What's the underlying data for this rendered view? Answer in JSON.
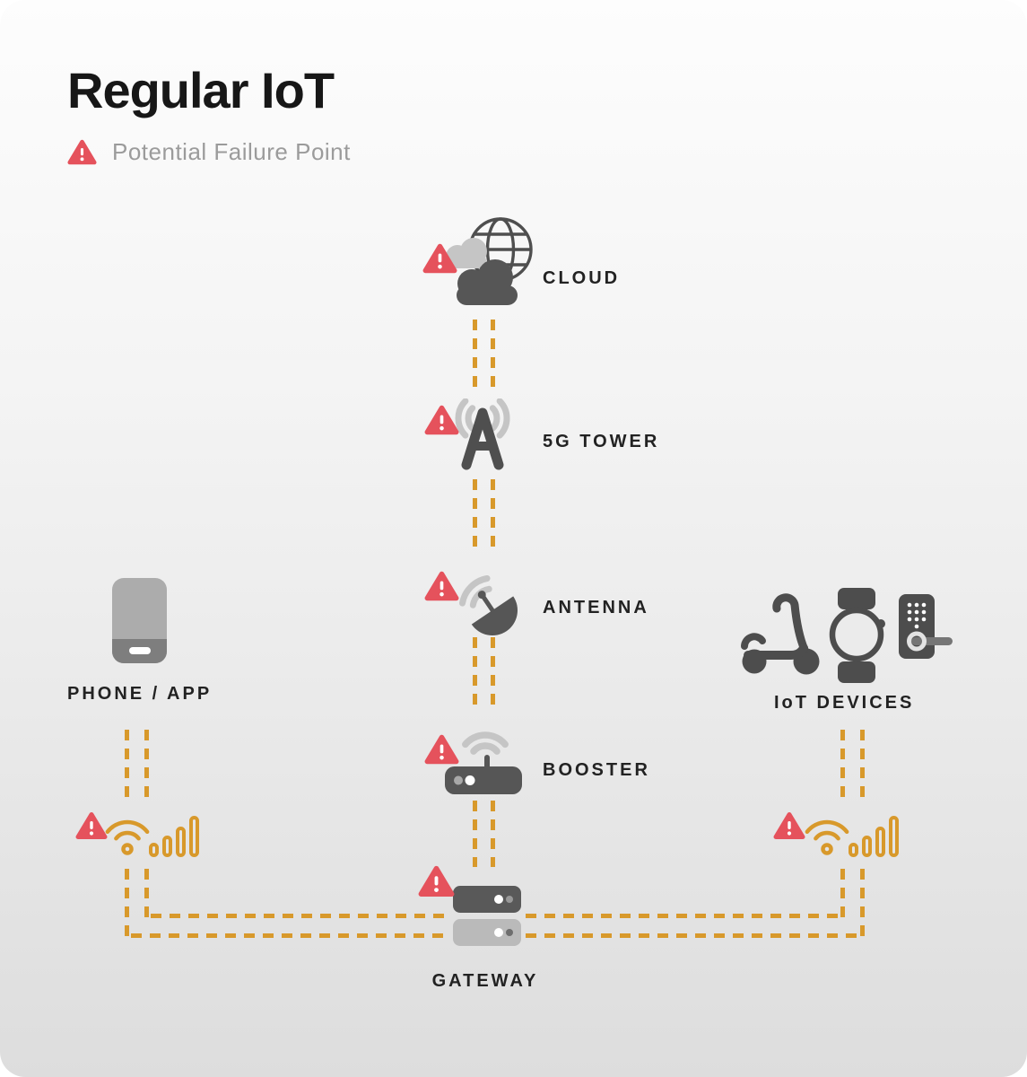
{
  "title": "Regular IoT",
  "legend": {
    "label": "Potential Failure Point"
  },
  "chain": [
    {
      "id": "cloud",
      "label": "CLOUD",
      "icon": "cloud-globe-icon"
    },
    {
      "id": "tower",
      "label": "5G TOWER",
      "icon": "cell-tower-icon"
    },
    {
      "id": "antenna",
      "label": "ANTENNA",
      "icon": "satellite-dish-icon"
    },
    {
      "id": "booster",
      "label": "BOOSTER",
      "icon": "router-booster-icon"
    },
    {
      "id": "gateway",
      "label": "GATEWAY",
      "icon": "server-stack-icon"
    }
  ],
  "endpoints": [
    {
      "id": "phone",
      "label": "PHONE / APP",
      "icon": "smartphone-icon"
    },
    {
      "id": "devices",
      "label": "IoT DEVICES",
      "icons": [
        "scooter-icon",
        "smartwatch-icon",
        "smart-lock-icon"
      ]
    }
  ],
  "failure_points": [
    "cloud",
    "tower",
    "antenna",
    "booster",
    "gateway",
    "phone-wireless-link",
    "devices-wireless-link"
  ],
  "wireless_link_icons": [
    "wifi-icon",
    "signal-bars-icon"
  ],
  "colors": {
    "accent_orange": "#D8992B",
    "warning_red": "#E5525C",
    "icon_dark": "#4F4F4F",
    "icon_light": "#C5C5C5",
    "background_top": "#FDFDFD",
    "background_bottom": "#DDDDDD"
  }
}
